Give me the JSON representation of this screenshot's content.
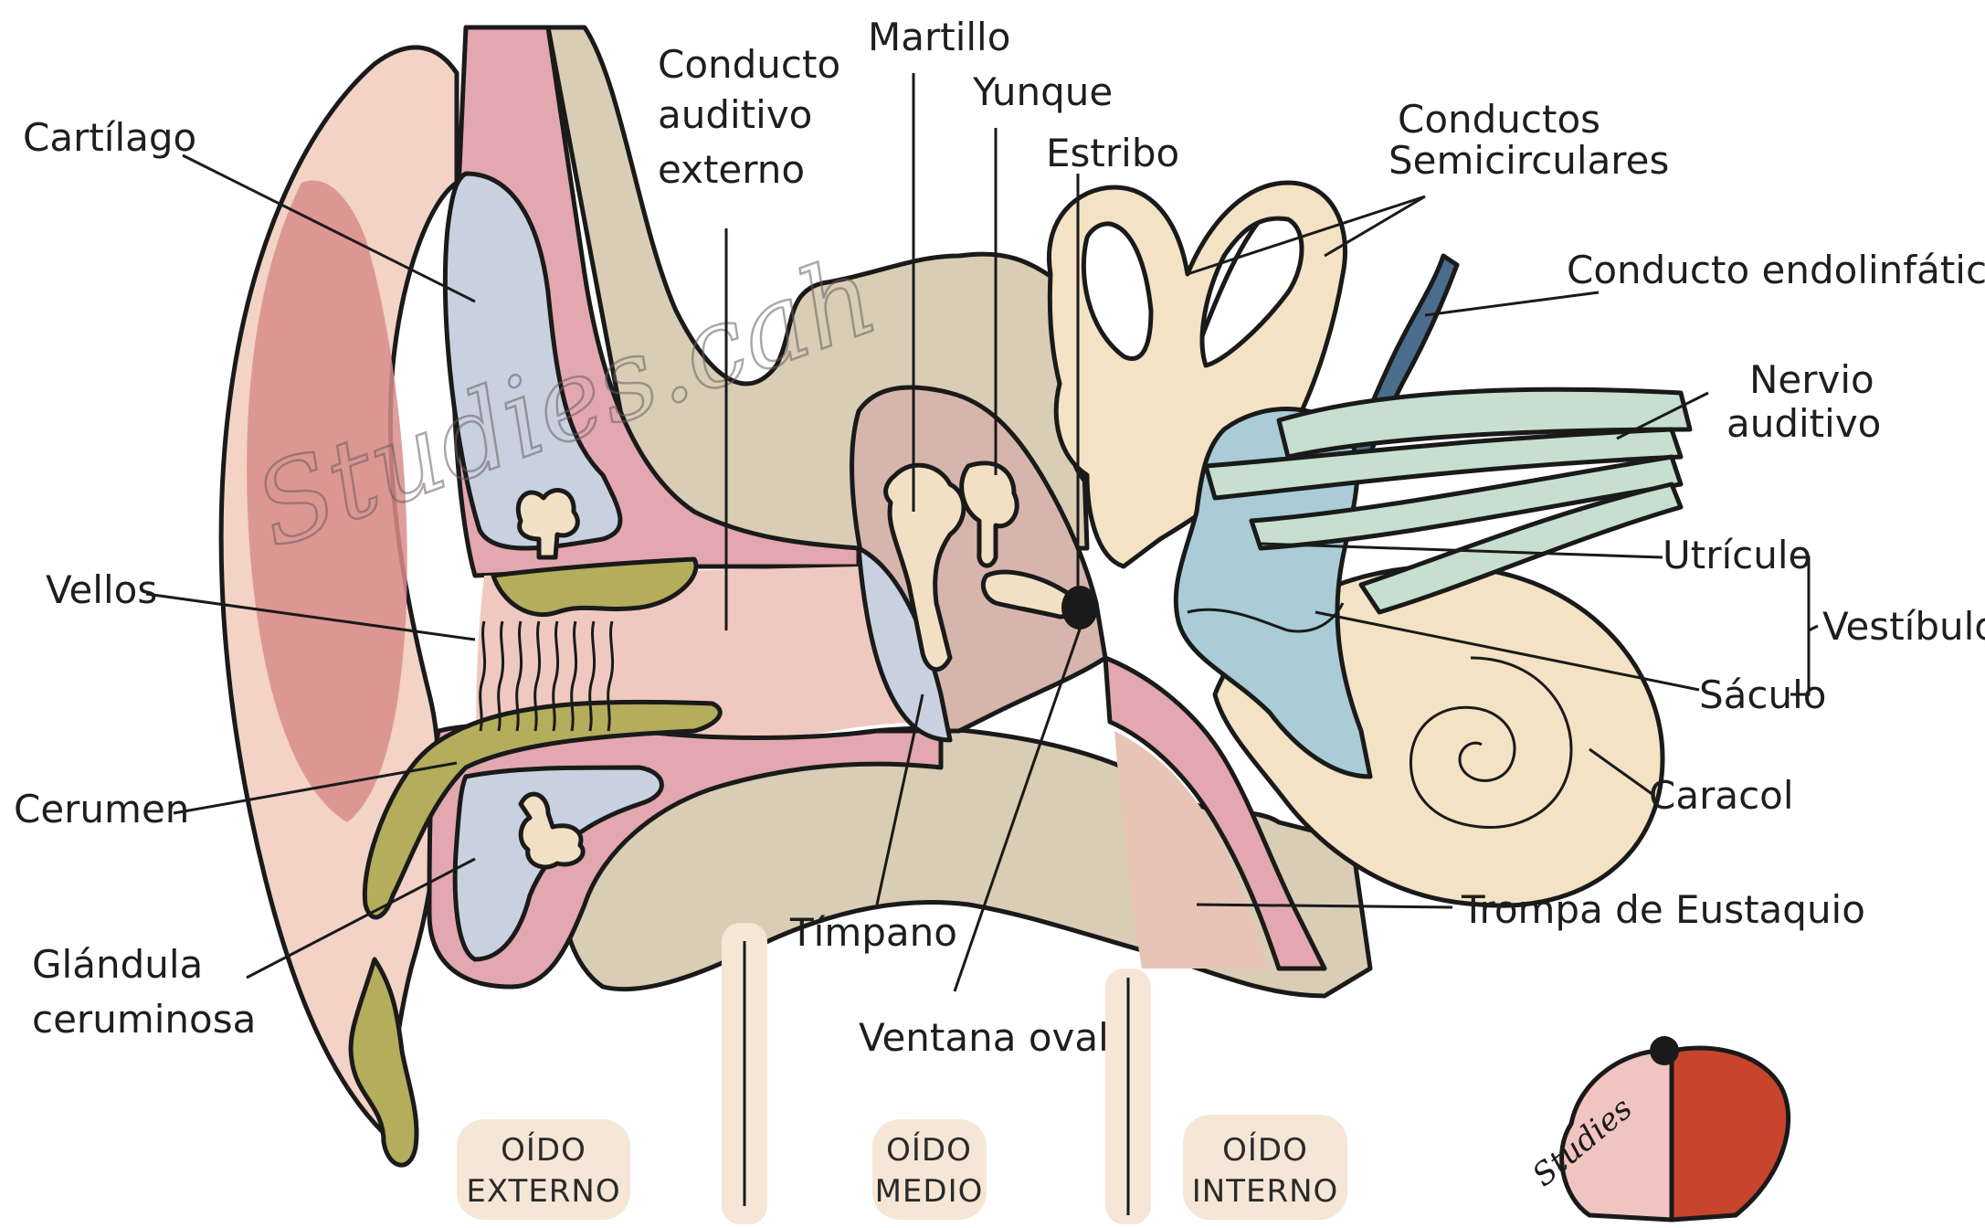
{
  "labels": {
    "cartilago": "Cartílago",
    "vellos": "Vellos",
    "cerumen": "Cerumen",
    "glandula_1": "Glándula",
    "glandula_2": "ceruminosa",
    "conducto_1": "Conducto",
    "conducto_2": "auditivo",
    "conducto_3": "externo",
    "martillo": "Martillo",
    "yunque": "Yunque",
    "estribo": "Estribo",
    "semicirc_1": "Conductos",
    "semicirc_2": "Semicirculares",
    "endolinfatico": "Conducto endolinfático",
    "nervio_1": "Nervio",
    "nervio_2": "auditivo",
    "utriculo": "Utrículo",
    "vestibulo": "Vestíbulo",
    "saculo": "Sáculo",
    "caracol": "Caracol",
    "trompa": "Trompa de Eustaquio",
    "timpano": "Tímpano",
    "ventana": "Ventana oval"
  },
  "sections": {
    "externo_1": "OÍDO",
    "externo_2": "EXTERNO",
    "medio_1": "OÍDO",
    "medio_2": "MEDIO",
    "interno_1": "OÍDO",
    "interno_2": "INTERNO"
  },
  "watermark": "Studies.cah",
  "logo_text": "Studies",
  "colors": {
    "skin": "#f2d3c6",
    "skin_inner": "#d98c8a",
    "canal_pink": "#e3a7b0",
    "bone": "#d9cdb5",
    "cartilage": "#c9d1e0",
    "cerumen": "#b3ad5c",
    "ossicle": "#f2e0c4",
    "labyrinth": "#f3e2c4",
    "vestibule": "#a9ccd6",
    "nerve": "#c7dfcf",
    "section_box": "#f6e6d6"
  }
}
